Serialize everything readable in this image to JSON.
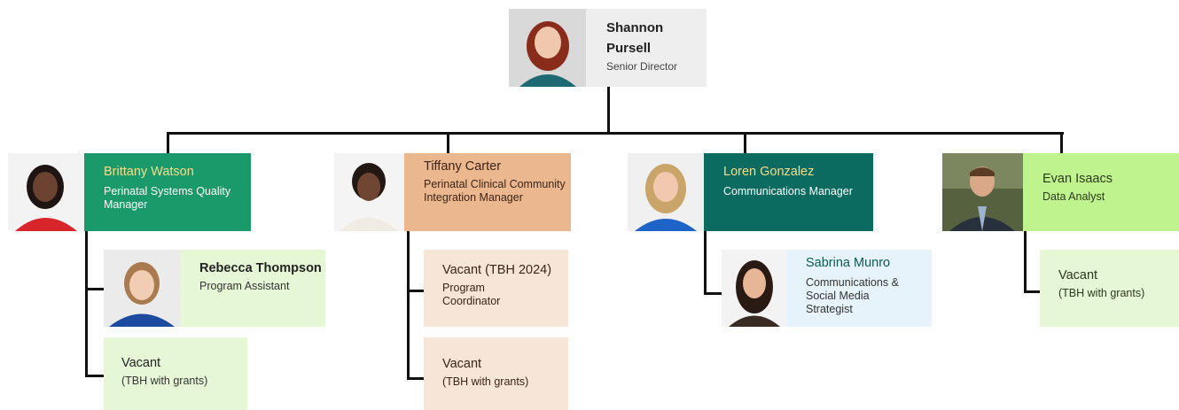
{
  "director": {
    "name": "Shannon Pursell",
    "title": "Senior Director"
  },
  "managers": [
    {
      "name": "Brittany Watson",
      "title": "Perinatal Systems Quality Manager"
    },
    {
      "name": "Tiffany Carter",
      "title": "Perinatal Clinical Community Integration Manager"
    },
    {
      "name": "Loren Gonzalez",
      "title": "Communications Manager"
    },
    {
      "name": "Evan Isaacs",
      "title": "Data Analyst"
    }
  ],
  "reports": {
    "watson_1": {
      "name": "Rebecca Thompson",
      "title": "Program Assistant"
    },
    "watson_2": {
      "name": "Vacant",
      "title": "(TBH with grants)"
    },
    "carter_1": {
      "name": "Vacant (TBH 2024)",
      "title": "Program Coordinator"
    },
    "carter_2": {
      "name": "Vacant",
      "title": "(TBH with grants)"
    },
    "gonzalez_1": {
      "name": "Sabrina Munro",
      "title": "Communications & Social Media Strategist"
    },
    "isaacs_1": {
      "name": "Vacant",
      "title": "(TBH with grants)"
    }
  },
  "colors": {
    "connector": "#111111",
    "director_bg": "#eeeeee",
    "watson_bg": "#1a9a6a",
    "carter_bg": "#ebb78e",
    "gonzalez_bg": "#0b6b60",
    "isaacs_bg": "#bff38d",
    "light_green_bg": "#e6f7d6",
    "peach_bg": "#f7e5d8",
    "light_blue_bg": "#e6f3fb"
  }
}
